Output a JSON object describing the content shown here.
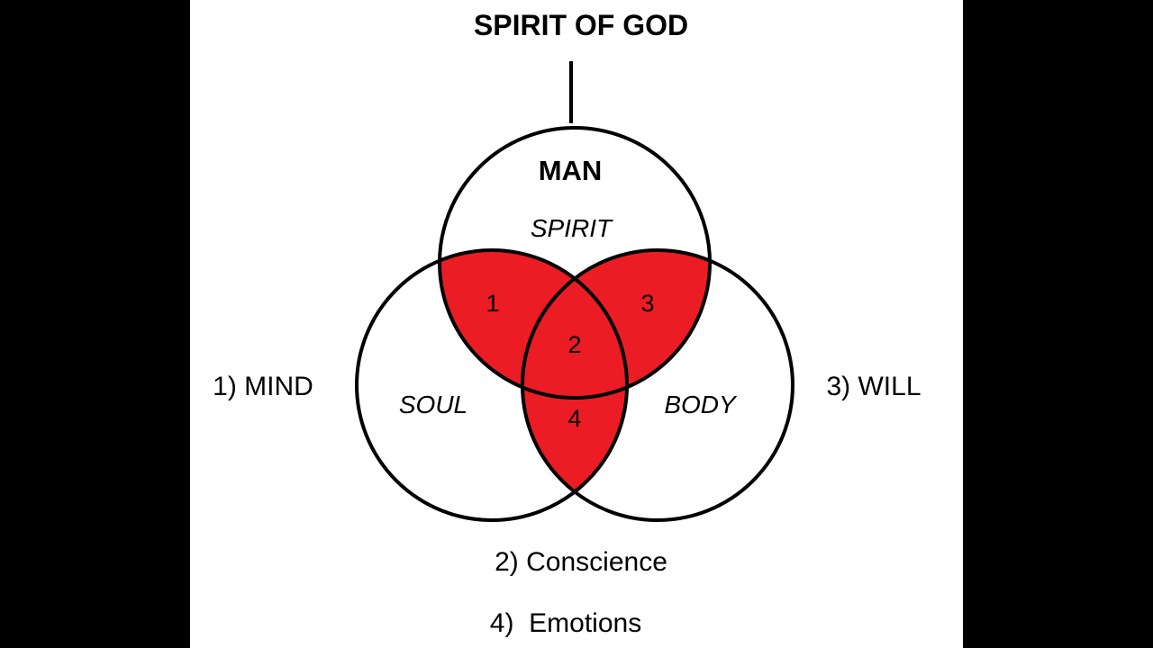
{
  "diagram": {
    "title": "SPIRIT OF GOD",
    "man_label": "MAN",
    "circles": {
      "spirit": "SPIRIT",
      "soul": "SOUL",
      "body": "BODY"
    },
    "regions": {
      "r1": "1",
      "r2": "2",
      "r3": "3",
      "r4": "4"
    },
    "side_labels": {
      "left": "1) MIND",
      "right": "3) WILL"
    },
    "bottom_labels": {
      "conscience": "2) Conscience",
      "emotions": "4)  Emotions"
    }
  },
  "colors": {
    "background": "#000000",
    "panel": "#ffffff",
    "highlight": "#ec1c24",
    "stroke": "#000000"
  }
}
